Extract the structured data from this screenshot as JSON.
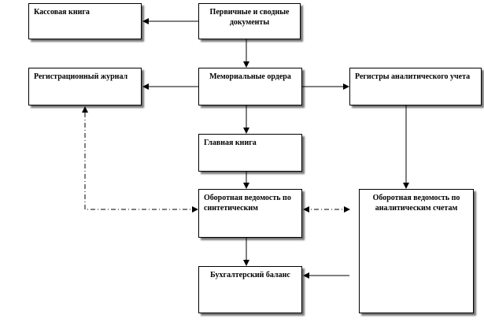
{
  "diagram": {
    "nodes": {
      "cash_book": "Кассовая книга",
      "primary_docs": "Первичные и сводные документы",
      "memorial_orders": "Мемориальные ордера",
      "registration_journal": "Регистрационный журнал",
      "analytic_registers": "Регистры аналитического учета",
      "general_ledger": "Главная книга",
      "synthetic_turnover": "Оборотная ведомость по синтетическим",
      "analytic_turnover": "Оборотная ведомость по аналитическим счетам",
      "balance_sheet": "Бухгалтерский баланс"
    },
    "edges": [
      {
        "from": "primary_docs",
        "to": "cash_book",
        "style": "solid"
      },
      {
        "from": "primary_docs",
        "to": "memorial_orders",
        "style": "solid"
      },
      {
        "from": "memorial_orders",
        "to": "registration_journal",
        "style": "solid"
      },
      {
        "from": "memorial_orders",
        "to": "analytic_registers",
        "style": "solid"
      },
      {
        "from": "memorial_orders",
        "to": "general_ledger",
        "style": "solid"
      },
      {
        "from": "general_ledger",
        "to": "synthetic_turnover",
        "style": "solid"
      },
      {
        "from": "analytic_registers",
        "to": "analytic_turnover",
        "style": "solid"
      },
      {
        "from": "synthetic_turnover",
        "to": "balance_sheet",
        "style": "solid"
      },
      {
        "from": "analytic_turnover",
        "to": "balance_sheet",
        "style": "solid"
      },
      {
        "from": "synthetic_turnover",
        "to": "registration_journal",
        "style": "dash-dot",
        "bidirectional": true
      },
      {
        "from": "synthetic_turnover",
        "to": "analytic_turnover",
        "style": "dash-dot",
        "bidirectional": true
      }
    ]
  }
}
